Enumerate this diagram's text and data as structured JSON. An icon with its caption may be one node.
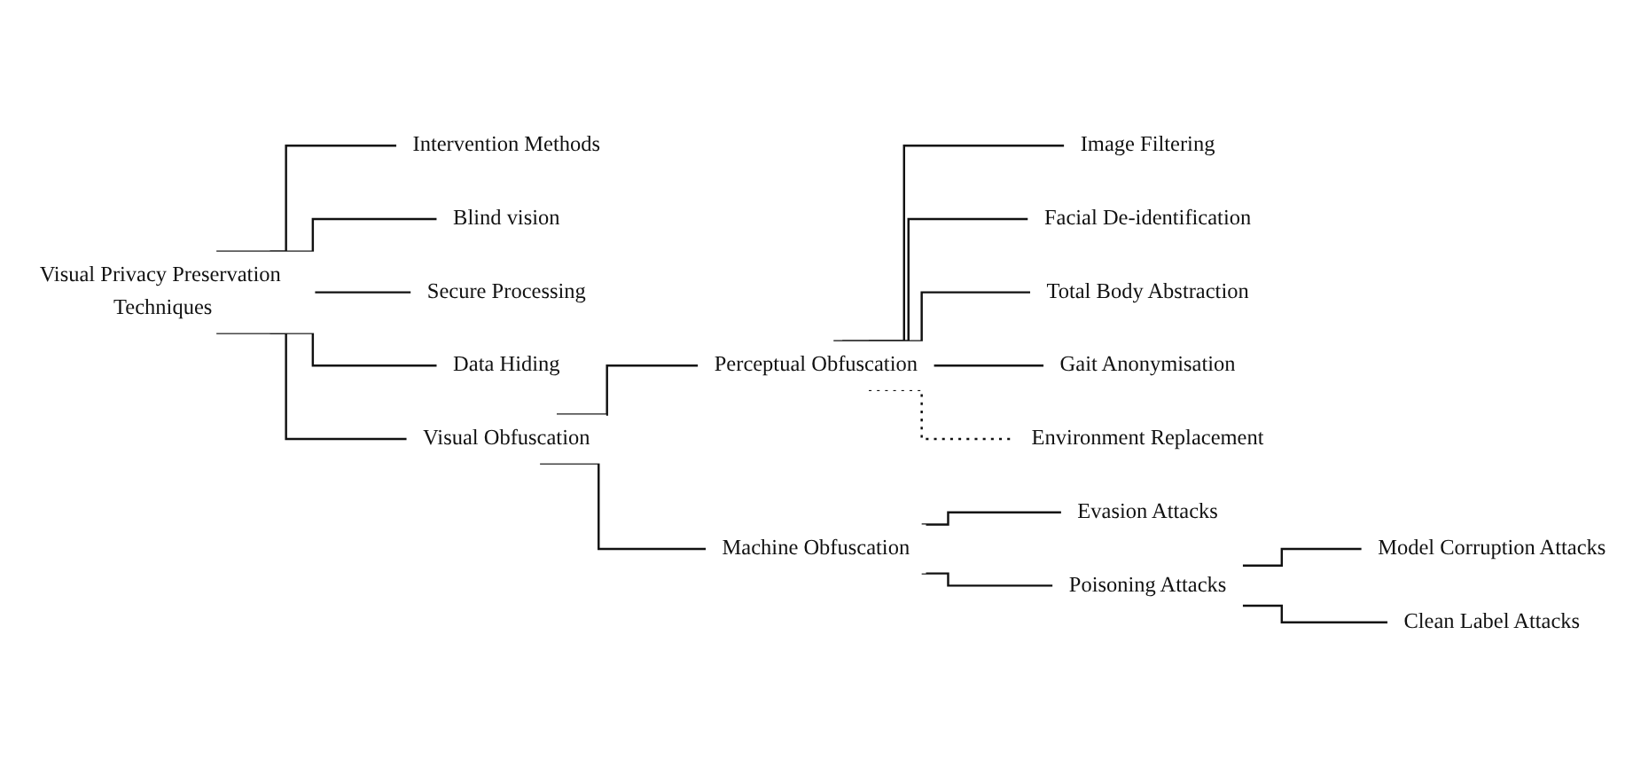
{
  "diagram": {
    "nodes": [
      {
        "text": [
          "Visual Privacy Preservation Techniques"
        ]
      },
      {
        "text": [
          "Intervention Methods"
        ]
      },
      {
        "text": [
          "Blind vision"
        ]
      },
      {
        "text": [
          "Secure Processing"
        ]
      },
      {
        "text": [
          "Data Hiding"
        ]
      },
      {
        "text": [
          "Visual Obfuscation"
        ]
      },
      {
        "text": [
          "Perceptual Obfuscation"
        ]
      },
      {
        "text": [
          "Image Filtering"
        ]
      },
      {
        "text": [
          "Facial De-identification"
        ]
      },
      {
        "text": [
          "Total Body Abstraction"
        ]
      },
      {
        "text": [
          "Gait Anonymisation"
        ]
      },
      {
        "text": [
          "Environment Replacement"
        ]
      },
      {
        "text": [
          "Machine Obfuscation"
        ]
      },
      {
        "text": [
          "Evasion Attacks"
        ]
      },
      {
        "text": [
          "Poisoning Attacks"
        ]
      },
      {
        "text": [
          "Model Corruption Attacks"
        ]
      },
      {
        "text": [
          "Clean Label Attacks"
        ]
      }
    ],
    "edges": [
      {
        "from": 0,
        "to": 1,
        "arrow": "none"
      },
      {
        "from": 0,
        "to": 2,
        "arrow": "none"
      },
      {
        "from": 0,
        "to": 3,
        "arrow": "none"
      },
      {
        "from": 0,
        "to": 4,
        "arrow": "none"
      },
      {
        "from": 0,
        "to": 5,
        "arrow": "none"
      },
      {
        "from": 5,
        "to": 6,
        "arrow": "none"
      },
      {
        "from": 5,
        "to": 12,
        "arrow": "none"
      },
      {
        "from": 6,
        "to": 7,
        "arrow": "none"
      },
      {
        "from": 6,
        "to": 8,
        "arrow": "none"
      },
      {
        "from": 6,
        "to": 9,
        "arrow": "none"
      },
      {
        "from": 6,
        "to": 10,
        "arrow": "none"
      },
      {
        "from": 6,
        "to": 11,
        "arrow": "none",
        "style": "dashed"
      },
      {
        "from": 12,
        "to": 13,
        "arrow": "none"
      },
      {
        "from": 12,
        "to": 14,
        "arrow": "none"
      },
      {
        "from": 14,
        "to": 15,
        "arrow": "none"
      },
      {
        "from": 14,
        "to": 16,
        "arrow": "none"
      }
    ]
  }
}
